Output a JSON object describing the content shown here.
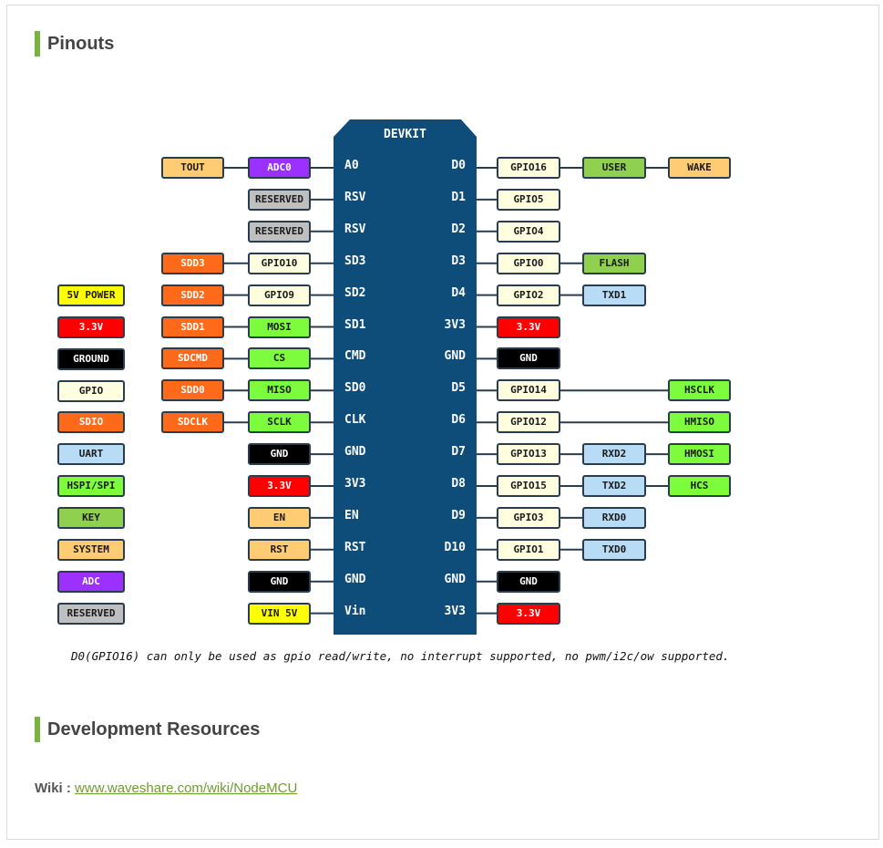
{
  "sections": {
    "pinouts_title": "Pinouts",
    "resources_title": "Development Resources"
  },
  "board": {
    "title": "DEVKIT",
    "left_labels": [
      "A0",
      "RSV",
      "RSV",
      "SD3",
      "SD2",
      "SD1",
      "CMD",
      "SD0",
      "CLK",
      "GND",
      "3V3",
      "EN",
      "RST",
      "GND",
      "Vin"
    ],
    "right_labels": [
      "D0",
      "D1",
      "D2",
      "D3",
      "D4",
      "3V3",
      "GND",
      "D5",
      "D6",
      "D7",
      "D8",
      "D9",
      "D10",
      "GND",
      "3V3"
    ]
  },
  "colors": {
    "board": "#0e4c7a",
    "adc": "#9b30ff",
    "system": "#ffcc73",
    "reserved": "#bfbfbf",
    "sdio": "#ff6a1a",
    "gpio": "#ffffe0",
    "hspi": "#7cfc3c",
    "ground": "#000000",
    "v33": "#ff0000",
    "power5v": "#ffff00",
    "key": "#8fd14f",
    "uart": "#b8dcf5",
    "line": "#2a3d4f"
  },
  "left_pins": [
    [
      {
        "text": "TOUT",
        "cat": "system"
      },
      {
        "text": "ADC0",
        "cat": "adc"
      }
    ],
    [
      {
        "text": "RESERVED",
        "cat": "reserved"
      }
    ],
    [
      {
        "text": "RESERVED",
        "cat": "reserved"
      }
    ],
    [
      {
        "text": "SDD3",
        "cat": "sdio"
      },
      {
        "text": "GPIO10",
        "cat": "gpio"
      }
    ],
    [
      {
        "text": "SDD2",
        "cat": "sdio"
      },
      {
        "text": "GPIO9",
        "cat": "gpio"
      }
    ],
    [
      {
        "text": "SDD1",
        "cat": "sdio"
      },
      {
        "text": "MOSI",
        "cat": "hspi"
      }
    ],
    [
      {
        "text": "SDCMD",
        "cat": "sdio"
      },
      {
        "text": "CS",
        "cat": "hspi"
      }
    ],
    [
      {
        "text": "SDD0",
        "cat": "sdio"
      },
      {
        "text": "MISO",
        "cat": "hspi"
      }
    ],
    [
      {
        "text": "SDCLK",
        "cat": "sdio"
      },
      {
        "text": "SCLK",
        "cat": "hspi"
      }
    ],
    [
      {
        "text": "GND",
        "cat": "ground"
      }
    ],
    [
      {
        "text": "3.3V",
        "cat": "v33"
      }
    ],
    [
      {
        "text": "EN",
        "cat": "system"
      }
    ],
    [
      {
        "text": "RST",
        "cat": "system"
      }
    ],
    [
      {
        "text": "GND",
        "cat": "ground"
      }
    ],
    [
      {
        "text": "VIN 5V",
        "cat": "power5v"
      }
    ]
  ],
  "right_pins": [
    [
      {
        "text": "GPIO16",
        "cat": "gpio"
      },
      {
        "text": "USER",
        "cat": "key"
      },
      {
        "text": "WAKE",
        "cat": "system"
      }
    ],
    [
      {
        "text": "GPIO5",
        "cat": "gpio"
      }
    ],
    [
      {
        "text": "GPIO4",
        "cat": "gpio"
      }
    ],
    [
      {
        "text": "GPIO0",
        "cat": "gpio"
      },
      {
        "text": "FLASH",
        "cat": "key"
      }
    ],
    [
      {
        "text": "GPIO2",
        "cat": "gpio"
      },
      {
        "text": "TXD1",
        "cat": "uart"
      }
    ],
    [
      {
        "text": "3.3V",
        "cat": "v33"
      }
    ],
    [
      {
        "text": "GND",
        "cat": "ground"
      }
    ],
    [
      {
        "text": "GPIO14",
        "cat": "gpio"
      },
      null,
      {
        "text": "HSCLK",
        "cat": "hspi"
      }
    ],
    [
      {
        "text": "GPIO12",
        "cat": "gpio"
      },
      null,
      {
        "text": "HMISO",
        "cat": "hspi"
      }
    ],
    [
      {
        "text": "GPIO13",
        "cat": "gpio"
      },
      {
        "text": "RXD2",
        "cat": "uart"
      },
      {
        "text": "HMOSI",
        "cat": "hspi"
      }
    ],
    [
      {
        "text": "GPIO15",
        "cat": "gpio"
      },
      {
        "text": "TXD2",
        "cat": "uart"
      },
      {
        "text": "HCS",
        "cat": "hspi"
      }
    ],
    [
      {
        "text": "GPIO3",
        "cat": "gpio"
      },
      {
        "text": "RXD0",
        "cat": "uart"
      }
    ],
    [
      {
        "text": "GPIO1",
        "cat": "gpio"
      },
      {
        "text": "TXD0",
        "cat": "uart"
      }
    ],
    [
      {
        "text": "GND",
        "cat": "ground"
      }
    ],
    [
      {
        "text": "3.3V",
        "cat": "v33"
      }
    ]
  ],
  "legend": [
    {
      "text": "5V POWER",
      "cat": "power5v"
    },
    {
      "text": "3.3V",
      "cat": "v33"
    },
    {
      "text": "GROUND",
      "cat": "ground"
    },
    {
      "text": "GPIO",
      "cat": "gpio"
    },
    {
      "text": "SDIO",
      "cat": "sdio"
    },
    {
      "text": "UART",
      "cat": "uart"
    },
    {
      "text": "HSPI/SPI",
      "cat": "hspi"
    },
    {
      "text": "KEY",
      "cat": "key"
    },
    {
      "text": "SYSTEM",
      "cat": "system"
    },
    {
      "text": "ADC",
      "cat": "adc"
    },
    {
      "text": "RESERVED",
      "cat": "reserved"
    }
  ],
  "note": "D0(GPIO16) can only be used as gpio read/write, no interrupt supported, no pwm/i2c/ow supported.",
  "wiki": {
    "label": "Wiki :",
    "link_text": "www.waveshare.com/wiki/NodeMCU"
  }
}
